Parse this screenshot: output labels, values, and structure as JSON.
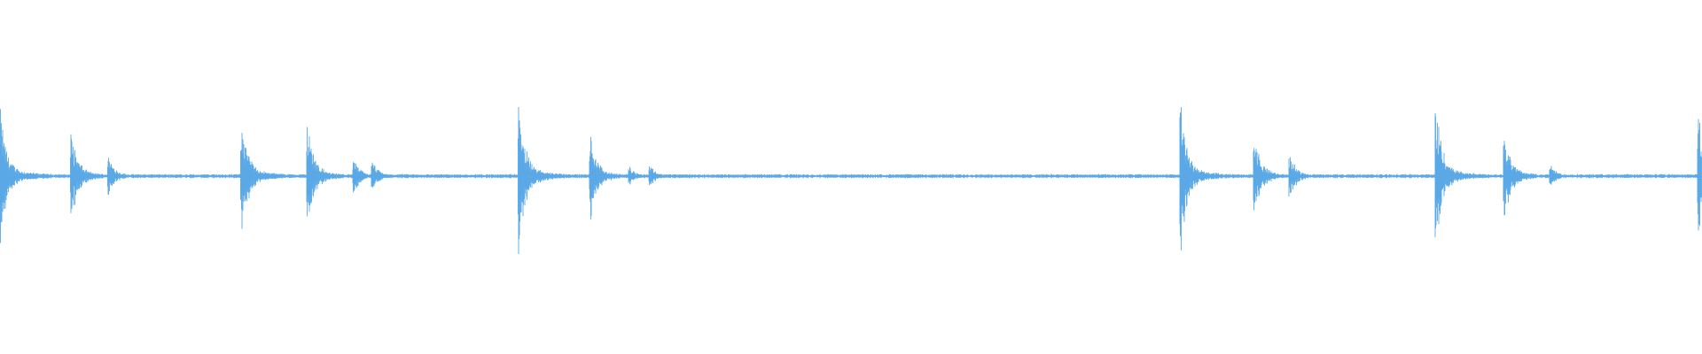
{
  "waveform": {
    "color": "#5aa9e6",
    "background": "#ffffff",
    "baseline_level": 0.015,
    "transients": [
      {
        "at": 0.0,
        "peak": 0.5
      },
      {
        "at": 0.042,
        "peak": 0.32
      },
      {
        "at": 0.064,
        "peak": 0.14
      },
      {
        "at": 0.142,
        "peak": 0.44
      },
      {
        "at": 0.181,
        "peak": 0.36
      },
      {
        "at": 0.208,
        "peak": 0.12
      },
      {
        "at": 0.219,
        "peak": 0.1
      },
      {
        "at": 0.305,
        "peak": 0.52
      },
      {
        "at": 0.347,
        "peak": 0.3
      },
      {
        "at": 0.37,
        "peak": 0.07
      },
      {
        "at": 0.382,
        "peak": 0.08
      },
      {
        "at": 0.694,
        "peak": 0.49
      },
      {
        "at": 0.737,
        "peak": 0.3
      },
      {
        "at": 0.758,
        "peak": 0.15
      },
      {
        "at": 0.844,
        "peak": 0.5
      },
      {
        "at": 0.884,
        "peak": 0.33
      },
      {
        "at": 0.911,
        "peak": 0.08
      },
      {
        "at": 0.998,
        "peak": 0.5
      }
    ]
  }
}
